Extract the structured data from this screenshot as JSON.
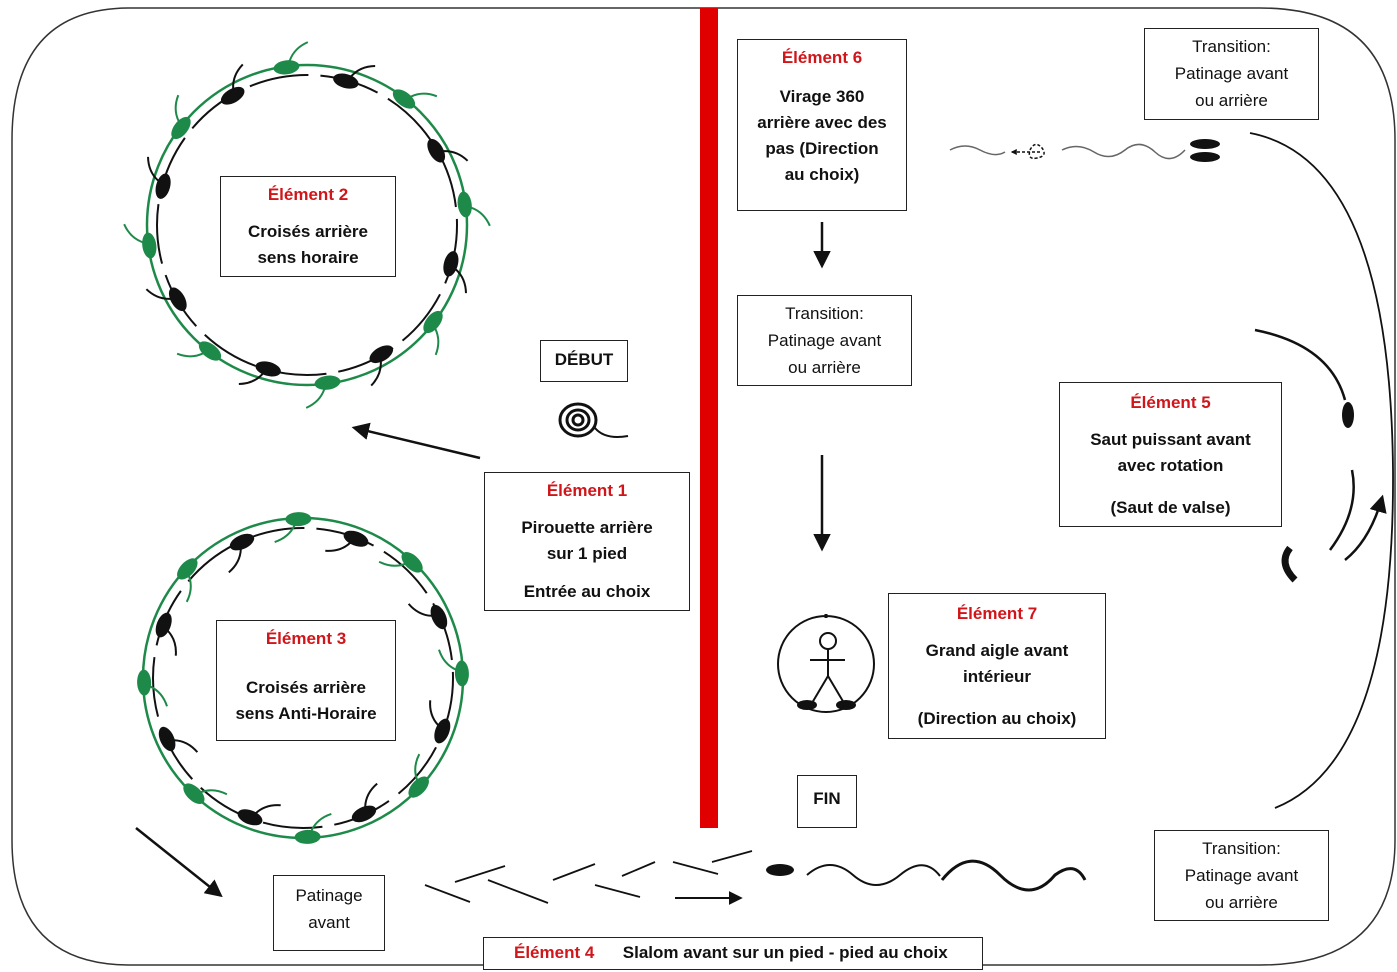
{
  "elements": {
    "e1": {
      "title": "Élément 1",
      "line1": "Pirouette arrière",
      "line2": "sur 1 pied",
      "note": "Entrée  au choix"
    },
    "e2": {
      "title": "Élément 2",
      "line1": "Croisés arrière",
      "line2": "sens horaire"
    },
    "e3": {
      "title": "Élément 3",
      "line1": "Croisés arrière",
      "line2": "sens Anti-Horaire"
    },
    "e4": {
      "title": "Élément 4",
      "text": "Slalom avant sur un pied - pied au choix"
    },
    "e5": {
      "title": "Élément 5",
      "line1": "Saut puissant avant",
      "line2": "avec rotation",
      "note": "(Saut de valse)"
    },
    "e6": {
      "title": "Élément 6",
      "line1": "Virage 360",
      "line2": "arrière avec des",
      "line3": "pas (Direction",
      "line4": "au choix)"
    },
    "e7": {
      "title": "Élément 7",
      "line1": "Grand aigle avant",
      "line2": "intérieur",
      "note": "(Direction au choix)"
    }
  },
  "start_label": "DÉBUT",
  "end_label": "FIN",
  "patinage_avant": {
    "line1": "Patinage",
    "line2": "avant"
  },
  "transitions": [
    {
      "line1": "Transition:",
      "line2": "Patinage avant",
      "line3": "ou arrière"
    },
    {
      "line1": "Transition:",
      "line2": "Patinage avant",
      "line3": "ou arrière"
    },
    {
      "line1": "Transition:",
      "line2": "Patinage avant",
      "line3": "ou arrière"
    }
  ],
  "colors": {
    "title_red": "#d0161a",
    "divider_red": "#e10000",
    "foot_green": "#1e8a4a",
    "foot_black": "#111111"
  },
  "icons": [
    "skate-footprint-icon",
    "spiral-icon",
    "stick-figure-icon",
    "arrow-icon"
  ]
}
